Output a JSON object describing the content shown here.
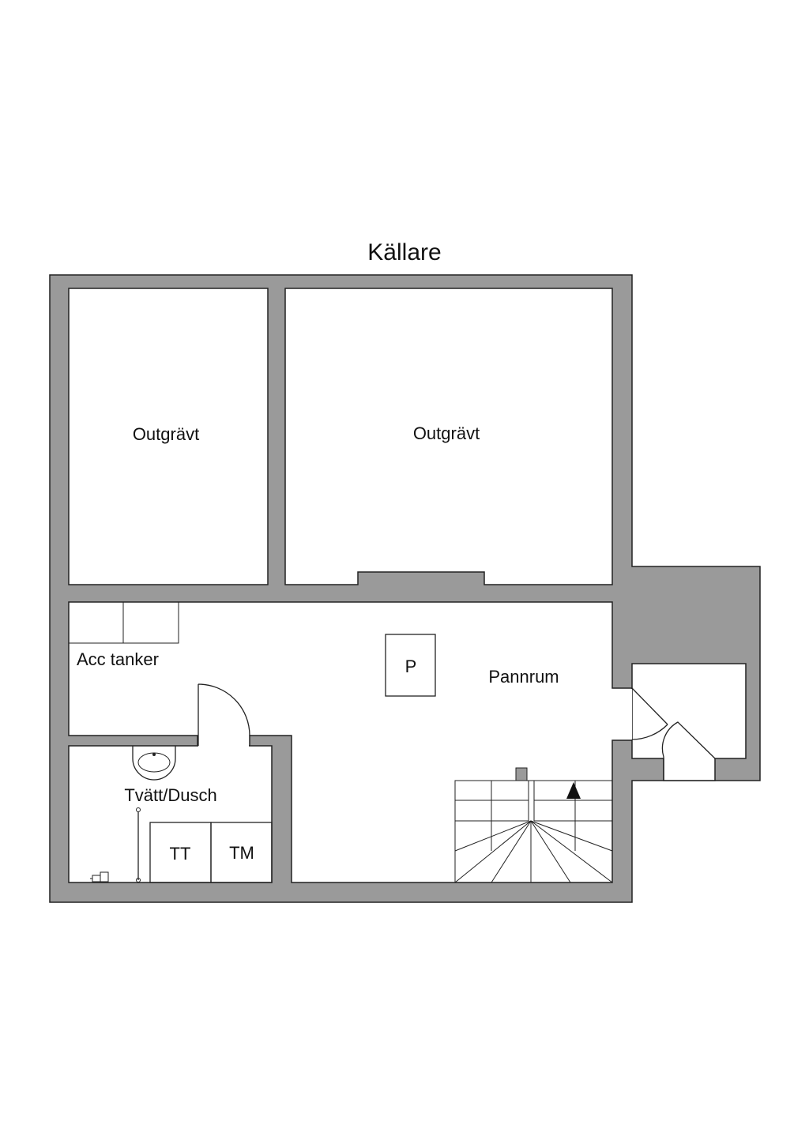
{
  "title": "Källare",
  "rooms": {
    "outgravt_left": "Outgrävt",
    "outgravt_right": "Outgrävt",
    "acc_tanker": "Acc tanker",
    "pannrum": "Pannrum",
    "tvatt_dusch": "Tvätt/Dusch",
    "p_label": "P",
    "tt_label": "TT",
    "tm_label": "TM"
  },
  "icons": {
    "stair_direction": "up-arrow-icon",
    "washbasin": "washbasin-icon",
    "shower": "shower-icon",
    "floor_drain": "floor-drain-icon"
  },
  "colors": {
    "wall": "#9a9a9a",
    "floor": "#ffffff",
    "line": "#222222"
  }
}
